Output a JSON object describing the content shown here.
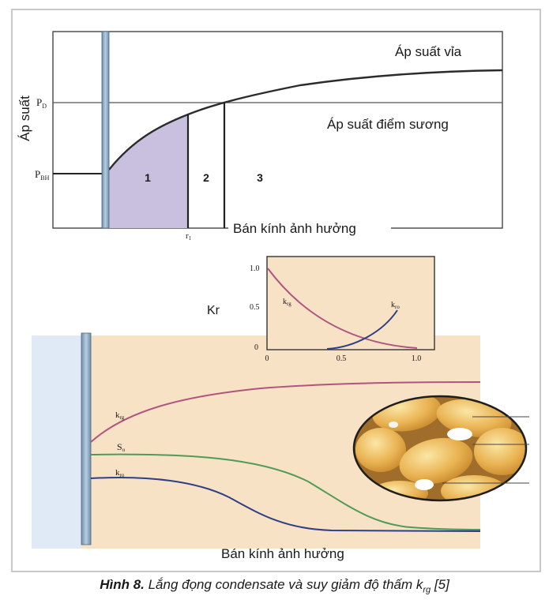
{
  "top_chart": {
    "y_axis_label": "Áp suất",
    "p_d_label": "P",
    "p_d_sub": "D",
    "p_bh_label": "P",
    "p_bh_sub": "BH",
    "reservoir_pressure_label": "Áp suất vỉa",
    "dew_point_label": "Áp suất điểm sương",
    "x_axis_label": "Bán kính ảnh hưởng",
    "r1_label": "r",
    "r1_sub": "1",
    "zones": [
      "1",
      "2",
      "3"
    ]
  },
  "kr_chart": {
    "label": "Kr",
    "y_ticks": [
      "1.0",
      "0.5",
      "0"
    ],
    "x_ticks": [
      "0",
      "0.5",
      "1.0"
    ],
    "krg_label": "k",
    "krg_sub": "rg",
    "kro_label": "k",
    "kro_sub": "ro"
  },
  "bottom_chart": {
    "krg_label": "k",
    "krg_sub": "rg",
    "so_label": "S",
    "so_sub": "o",
    "kro_label": "k",
    "kro_sub": "ro",
    "x_axis_label": "Bán kính ảnh hưởng"
  },
  "caption": {
    "prefix": "Hình 8.",
    "text": " Lắng đọng condensate và suy giảm độ thấm k",
    "sub": "rg",
    "suffix": " [5]"
  },
  "colors": {
    "zone1_fill": "#c9c0e0",
    "bottom_bg": "#f8e2c5",
    "krg_curve": "#b0557e",
    "kro_curve": "#2e3f86",
    "so_curve": "#4f9b57",
    "wellbore": "#8eaac2",
    "grain": "#e7b24b"
  }
}
